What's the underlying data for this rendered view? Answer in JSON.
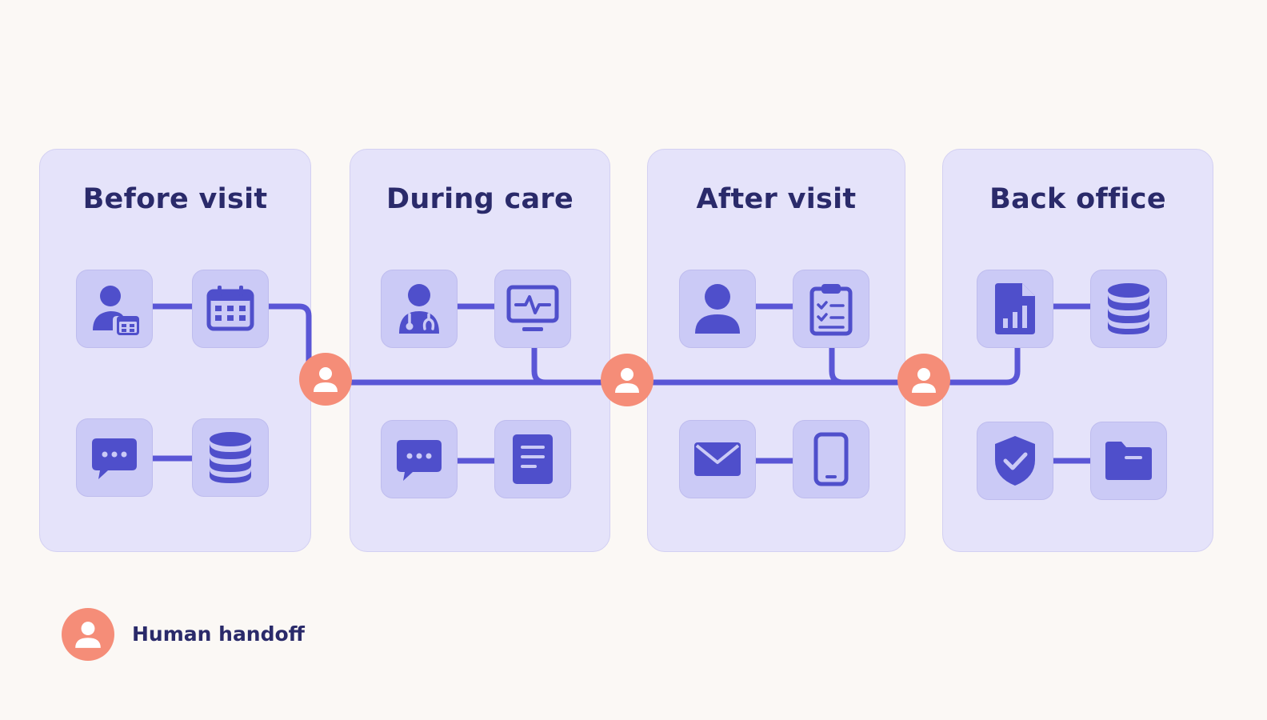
{
  "stages": [
    {
      "title": "Before visit",
      "icons": [
        "patient-calendar-icon",
        "calendar-icon",
        "chat-bubble-icon",
        "database-icon"
      ]
    },
    {
      "title": "During care",
      "icons": [
        "doctor-icon",
        "monitor-pulse-icon",
        "chat-bubble-icon",
        "document-icon"
      ]
    },
    {
      "title": "After visit",
      "icons": [
        "person-icon",
        "clipboard-checklist-icon",
        "envelope-icon",
        "mobile-phone-icon"
      ]
    },
    {
      "title": "Back office",
      "icons": [
        "report-file-icon",
        "database-icon",
        "shield-check-icon",
        "folder-icon"
      ]
    }
  ],
  "legend": {
    "label": "Human handoff",
    "icon": "person-icon"
  },
  "colors": {
    "background": "#FBF8F5",
    "panel": "#E5E3FA",
    "tile": "#CBCAF6",
    "icon": "#4F4FCB",
    "wire": "#5A56D6",
    "handoff": "#F58D78",
    "title": "#2A2A6A"
  }
}
